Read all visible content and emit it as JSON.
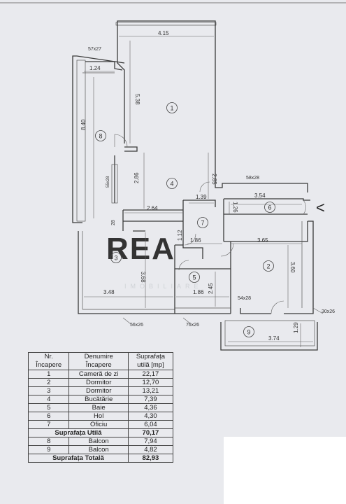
{
  "dimensions": {
    "living_width": "4.15",
    "living_depth": "5.38",
    "balcony8_width": "1.24",
    "balcony8_length": "8.40",
    "window_57": "57x27",
    "window_58": "58x28",
    "window_55": "55x28",
    "kitchen_len": "2.86",
    "kitchen_width": "2.64",
    "kitchen_28": "28",
    "hall_139": "1.39",
    "hall_285": "2.85",
    "hall_354": "3.54",
    "hall_126": "1.26",
    "office_112": "1.12",
    "office_186": "1.86",
    "room2_width": "3.65",
    "room2_depth": "3.60",
    "room3_depth": "3.68",
    "room3_width": "3.48",
    "bath_186": "1.86",
    "bath_245": "2.45",
    "window_54": "54x28",
    "window_30": "30x26",
    "window_56": "56x26",
    "window_76": "76x26",
    "balcony9_width": "3.74",
    "balcony9_depth": "1.29"
  },
  "room_labels": [
    "1",
    "2",
    "3",
    "4",
    "5",
    "6",
    "7",
    "8",
    "9"
  ],
  "entrance_marker": "<",
  "watermark": "REA",
  "watermark_sub": "IMOBILIARE",
  "table": {
    "headers": [
      "Nr.\nÎncapere",
      "Denumire\nÎncapere",
      "Suprafața\nutilă [mp]"
    ],
    "rows": [
      [
        "1",
        "Cameră de zi",
        "22,17"
      ],
      [
        "2",
        "Dormitor",
        "12,70"
      ],
      [
        "3",
        "Dormitor",
        "13,21"
      ],
      [
        "4",
        "Bucătărie",
        "7,39"
      ],
      [
        "5",
        "Baie",
        "4,36"
      ],
      [
        "6",
        "Hol",
        "4,30"
      ],
      [
        "7",
        "Oficiu",
        "6,04"
      ]
    ],
    "subtotal_label": "Suprafața Utilă",
    "subtotal_value": "70,17",
    "balconies": [
      [
        "8",
        "Balcon",
        "7,94"
      ],
      [
        "9",
        "Balcon",
        "4,82"
      ]
    ],
    "total_label": "Suprafața Totală",
    "total_value": "82,93"
  }
}
